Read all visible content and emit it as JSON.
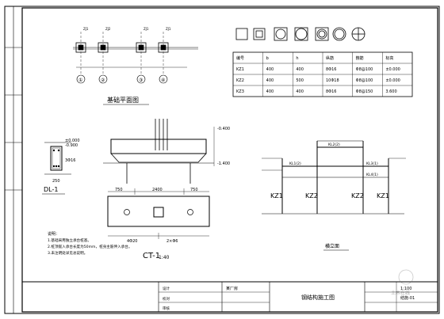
{
  "drawing": {
    "plan_title": "基础平面图",
    "axis_labels": [
      "①",
      "②",
      "③",
      "④"
    ],
    "plan_marks": [
      "ZJ1",
      "ZJ2",
      "ZJ1",
      "ZJ1"
    ],
    "beam_caption": "DL-1",
    "beam_dims": {
      "top": "±0.000",
      "level": "-0.900",
      "width": "250",
      "bottom": "3Φ16"
    },
    "cap_caption": "CT-1",
    "cap_scale": "1:40",
    "cap_dims": {
      "left": "750",
      "middle": "2400",
      "right": "750",
      "level1": "-0.400",
      "level2": "-1.400",
      "bottom_left": "4Φ20",
      "bottom_right": "2×Φ6"
    },
    "elevation_caption": "横立面",
    "elevation_columns": [
      "KZ1",
      "KZ2",
      "KZ2",
      "KZ1"
    ],
    "elevation_beams": [
      "KL1(2)",
      "KL2(2)",
      "KL3(1)",
      "KL4(1)"
    ],
    "notes_title": "说明：",
    "notes": [
      "1.基础采用独立承台桩基。",
      "2.桩顶嵌入承台长度为50mm，桩身主筋伸入承台。",
      "3.未注明处详见总说明。"
    ],
    "title_block": {
      "project": "某厂房",
      "drawing_name": "钢结构施工图",
      "sheet_no": "结施-01",
      "scale": "1:100",
      "designer": "设计",
      "checker": "校对",
      "approver": "审核"
    },
    "section_table_headers": [
      "编号",
      "b",
      "h",
      "纵筋",
      "箍筋",
      "标高"
    ],
    "section_table_rows": [
      [
        "KZ1",
        "400",
        "400",
        "8Φ16",
        "Φ8@100",
        "±0.000"
      ],
      [
        "KZ2",
        "400",
        "500",
        "10Φ18",
        "Φ8@100",
        "±0.000"
      ],
      [
        "KZ3",
        "400",
        "400",
        "8Φ16",
        "Φ8@150",
        "3.600"
      ]
    ],
    "watermark": "土木在线"
  }
}
